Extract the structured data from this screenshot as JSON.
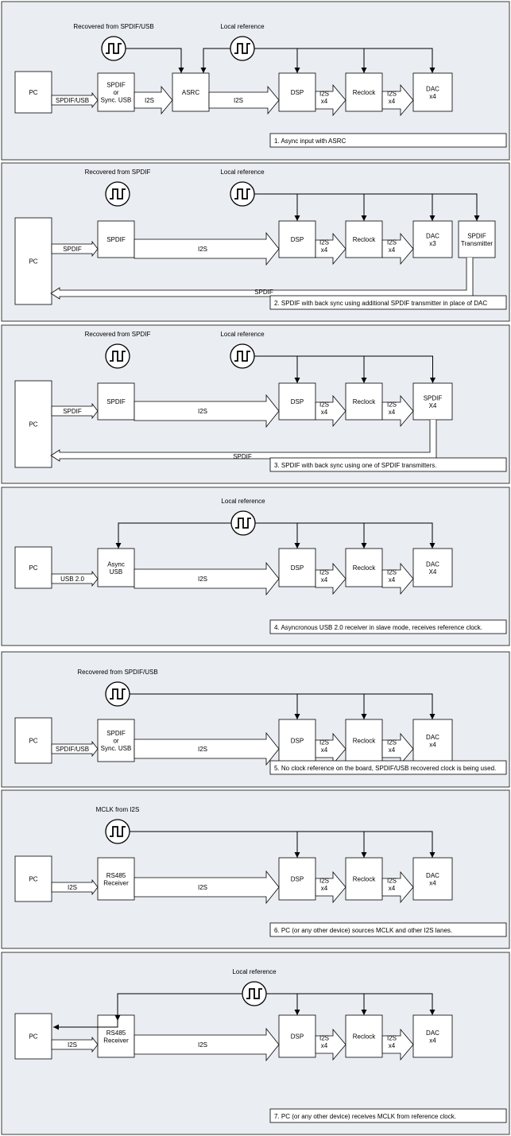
{
  "panels": [
    {
      "caption": "1. Async input with ASRC",
      "oscillators": [
        {
          "label": "Recovered from SPDIF/USB",
          "icon": "square-wave-icon"
        },
        {
          "label": "Local reference",
          "icon": "square-wave-icon"
        }
      ],
      "blocks": [
        {
          "id": "pc",
          "lines": [
            "PC"
          ]
        },
        {
          "id": "rx",
          "lines": [
            "SPDIF",
            "or",
            "Sync. USB"
          ]
        },
        {
          "id": "asrc",
          "lines": [
            "ASRC"
          ]
        },
        {
          "id": "dsp",
          "lines": [
            "DSP"
          ]
        },
        {
          "id": "reclock",
          "lines": [
            "Reclock"
          ]
        },
        {
          "id": "dac",
          "lines": [
            "DAC",
            "x4"
          ]
        }
      ],
      "links": [
        {
          "lines": [
            "SPDIF/USB"
          ]
        },
        {
          "lines": [
            "I2S"
          ]
        },
        {
          "lines": [
            "I2S"
          ]
        },
        {
          "lines": [
            "I2S",
            "x4"
          ]
        },
        {
          "lines": [
            "I2S",
            "x4"
          ]
        }
      ]
    },
    {
      "caption": "2. SPDIF with back sync using additional SPDIF transmitter in place of DAC",
      "oscillators": [
        {
          "label": "Recovered from SPDIF",
          "icon": "square-wave-icon"
        },
        {
          "label": "Local reference",
          "icon": "square-wave-icon"
        }
      ],
      "blocks": [
        {
          "id": "pc",
          "lines": [
            "PC"
          ]
        },
        {
          "id": "rx",
          "lines": [
            "SPDIF"
          ]
        },
        {
          "id": "dsp",
          "lines": [
            "DSP"
          ]
        },
        {
          "id": "reclock",
          "lines": [
            "Reclock"
          ]
        },
        {
          "id": "dac",
          "lines": [
            "DAC",
            "x3"
          ]
        },
        {
          "id": "tx",
          "lines": [
            "SPDIF",
            "Transmitter"
          ]
        }
      ],
      "links": [
        {
          "lines": [
            "SPDIF"
          ]
        },
        {
          "lines": [
            "I2S"
          ]
        },
        {
          "lines": [
            "I2S",
            "x4"
          ]
        },
        {
          "lines": [
            "I2S",
            "x4"
          ]
        }
      ],
      "back_link": "SPDIF"
    },
    {
      "caption": "3. SPDIF with back sync using one of SPDIF transmitters.",
      "oscillators": [
        {
          "label": "Recovered from SPDIF",
          "icon": "square-wave-icon"
        },
        {
          "label": "Local reference",
          "icon": "square-wave-icon"
        }
      ],
      "blocks": [
        {
          "id": "pc",
          "lines": [
            "PC"
          ]
        },
        {
          "id": "rx",
          "lines": [
            "SPDIF"
          ]
        },
        {
          "id": "dsp",
          "lines": [
            "DSP"
          ]
        },
        {
          "id": "reclock",
          "lines": [
            "Reclock"
          ]
        },
        {
          "id": "tx",
          "lines": [
            "SPDIF",
            "X4"
          ]
        }
      ],
      "links": [
        {
          "lines": [
            "SPDIF"
          ]
        },
        {
          "lines": [
            "I2S"
          ]
        },
        {
          "lines": [
            "I2S",
            "x4"
          ]
        },
        {
          "lines": [
            "I2S",
            "x4"
          ]
        }
      ],
      "back_link": "SPDIF"
    },
    {
      "caption": "4. Asyncronous USB 2.0 receiver in slave mode, receives reference clock.",
      "oscillators": [
        {
          "label": "Local reference",
          "icon": "square-wave-icon"
        }
      ],
      "blocks": [
        {
          "id": "pc",
          "lines": [
            "PC"
          ]
        },
        {
          "id": "rx",
          "lines": [
            "Async",
            "USB"
          ]
        },
        {
          "id": "dsp",
          "lines": [
            "DSP"
          ]
        },
        {
          "id": "reclock",
          "lines": [
            "Reclock"
          ]
        },
        {
          "id": "dac",
          "lines": [
            "DAC",
            "X4"
          ]
        }
      ],
      "links": [
        {
          "lines": [
            "USB 2.0"
          ]
        },
        {
          "lines": [
            "I2S"
          ]
        },
        {
          "lines": [
            "I2S",
            "x4"
          ]
        },
        {
          "lines": [
            "I2S",
            "x4"
          ]
        }
      ]
    },
    {
      "caption": "5. No clock reference on the board, SPDIF/USB recovered clock is being used.",
      "oscillators": [
        {
          "label": "Recovered from SPDIF/USB",
          "icon": "square-wave-icon"
        }
      ],
      "blocks": [
        {
          "id": "pc",
          "lines": [
            "PC"
          ]
        },
        {
          "id": "rx",
          "lines": [
            "SPDIF",
            "or",
            "Sync. USB"
          ]
        },
        {
          "id": "dsp",
          "lines": [
            "DSP"
          ]
        },
        {
          "id": "reclock",
          "lines": [
            "Reclock"
          ]
        },
        {
          "id": "dac",
          "lines": [
            "DAC",
            "x4"
          ]
        }
      ],
      "links": [
        {
          "lines": [
            "SPDIF/USB"
          ]
        },
        {
          "lines": [
            "I2S"
          ]
        },
        {
          "lines": [
            "I2S",
            "x4"
          ]
        },
        {
          "lines": [
            "I2S",
            "x4"
          ]
        }
      ]
    },
    {
      "caption": "6. PC (or any other device) sources MCLK and other I2S lanes.",
      "oscillators": [
        {
          "label": "MCLK from I2S",
          "icon": "square-wave-icon"
        }
      ],
      "blocks": [
        {
          "id": "pc",
          "lines": [
            "PC"
          ]
        },
        {
          "id": "rx",
          "lines": [
            "RS485",
            "Receiver"
          ]
        },
        {
          "id": "dsp",
          "lines": [
            "DSP"
          ]
        },
        {
          "id": "reclock",
          "lines": [
            "Reclock"
          ]
        },
        {
          "id": "dac",
          "lines": [
            "DAC",
            "x4"
          ]
        }
      ],
      "links": [
        {
          "lines": [
            "I2S"
          ]
        },
        {
          "lines": [
            "I2S"
          ]
        },
        {
          "lines": [
            "I2S",
            "x4"
          ]
        },
        {
          "lines": [
            "I2S",
            "x4"
          ]
        }
      ]
    },
    {
      "caption": "7. PC (or any other device) receives MCLK from reference clock.",
      "oscillators": [
        {
          "label": "Local reference",
          "icon": "square-wave-icon"
        }
      ],
      "blocks": [
        {
          "id": "pc",
          "lines": [
            "PC"
          ]
        },
        {
          "id": "rx",
          "lines": [
            "RS485",
            "Receiver"
          ]
        },
        {
          "id": "dsp",
          "lines": [
            "DSP"
          ]
        },
        {
          "id": "reclock",
          "lines": [
            "Reclock"
          ]
        },
        {
          "id": "dac",
          "lines": [
            "DAC",
            "x4"
          ]
        }
      ],
      "links": [
        {
          "lines": [
            "I2S"
          ]
        },
        {
          "lines": [
            "I2S"
          ]
        },
        {
          "lines": [
            "I2S",
            "x4"
          ]
        },
        {
          "lines": [
            "I2S",
            "x4"
          ]
        }
      ]
    }
  ]
}
